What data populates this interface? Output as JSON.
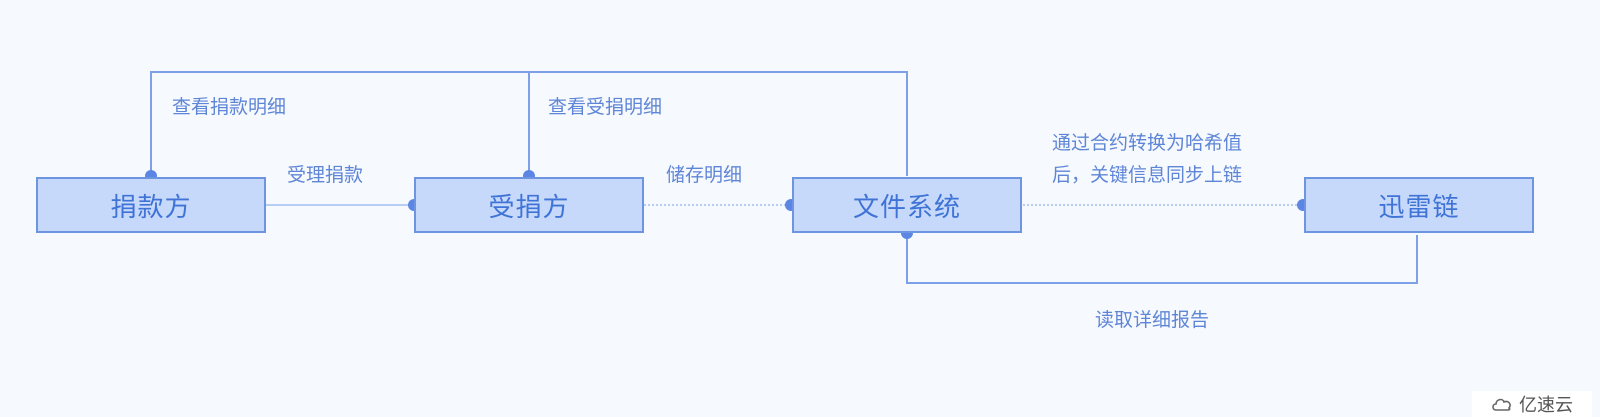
{
  "nodes": {
    "donor": "捐款方",
    "recipient": "受捐方",
    "file_system": "文件系统",
    "xunlei_chain": "迅雷链"
  },
  "edges": {
    "view_donation_details": "查看捐款明细",
    "accept_donation": "受理捐款",
    "view_received_details": "查看受捐明细",
    "store_details": "储存明细",
    "hash_line1": "通过合约转换为哈希值",
    "hash_line2": "后，关键信息同步上链",
    "read_report": "读取详细报告"
  },
  "watermark": "亿速云",
  "colors": {
    "node_fill": "#c6d9fb",
    "node_border": "#6d95e2",
    "line": "#7ea0e6",
    "text": "#5f86d6"
  }
}
